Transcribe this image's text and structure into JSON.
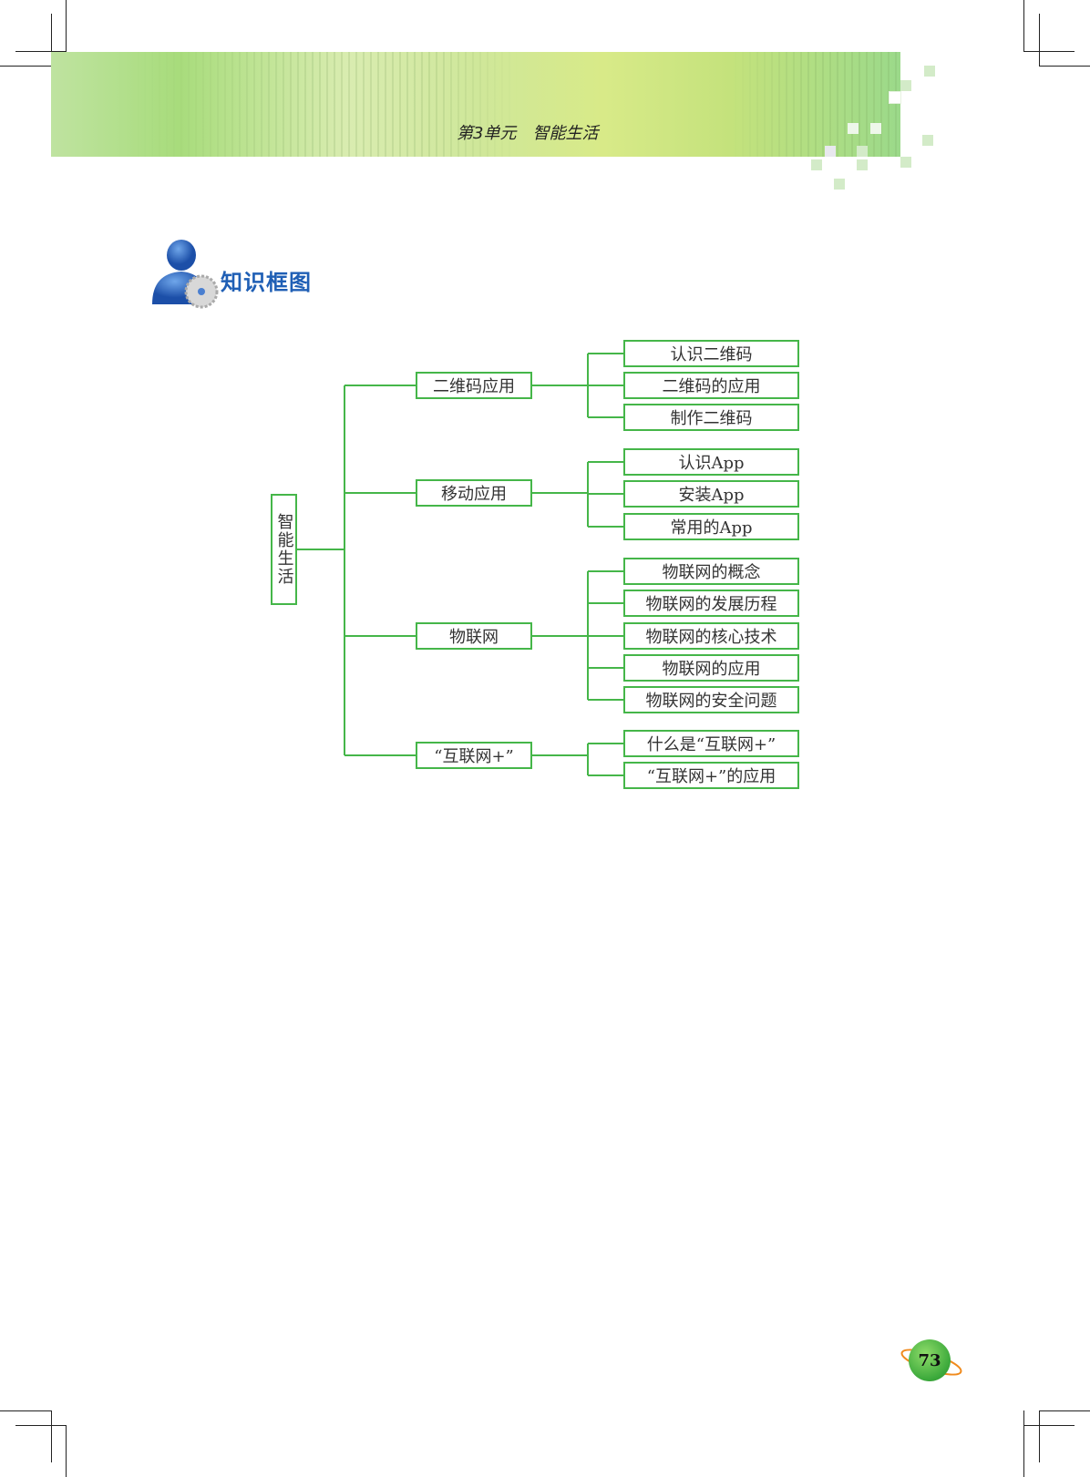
{
  "header": {
    "unit_title": "第3单元　智能生活"
  },
  "section": {
    "heading": "知识框图",
    "icon": "person-gear-icon"
  },
  "tree": {
    "root": "智能生活",
    "branches": [
      {
        "label": "二维码应用",
        "leaves": [
          "认识二维码",
          "二维码的应用",
          "制作二维码"
        ]
      },
      {
        "label": "移动应用",
        "leaves": [
          "认识App",
          "安装App",
          "常用的App"
        ]
      },
      {
        "label": "物联网",
        "leaves": [
          "物联网的概念",
          "物联网的发展历程",
          "物联网的核心技术",
          "物联网的应用",
          "物联网的安全问题"
        ]
      },
      {
        "label": "“互联网+”",
        "leaves": [
          "什么是“互联网+”",
          "“互联网+”的应用"
        ]
      }
    ]
  },
  "footer": {
    "page_number": "73"
  },
  "colors": {
    "line": "#45b649",
    "heading": "#1f5fb5"
  }
}
